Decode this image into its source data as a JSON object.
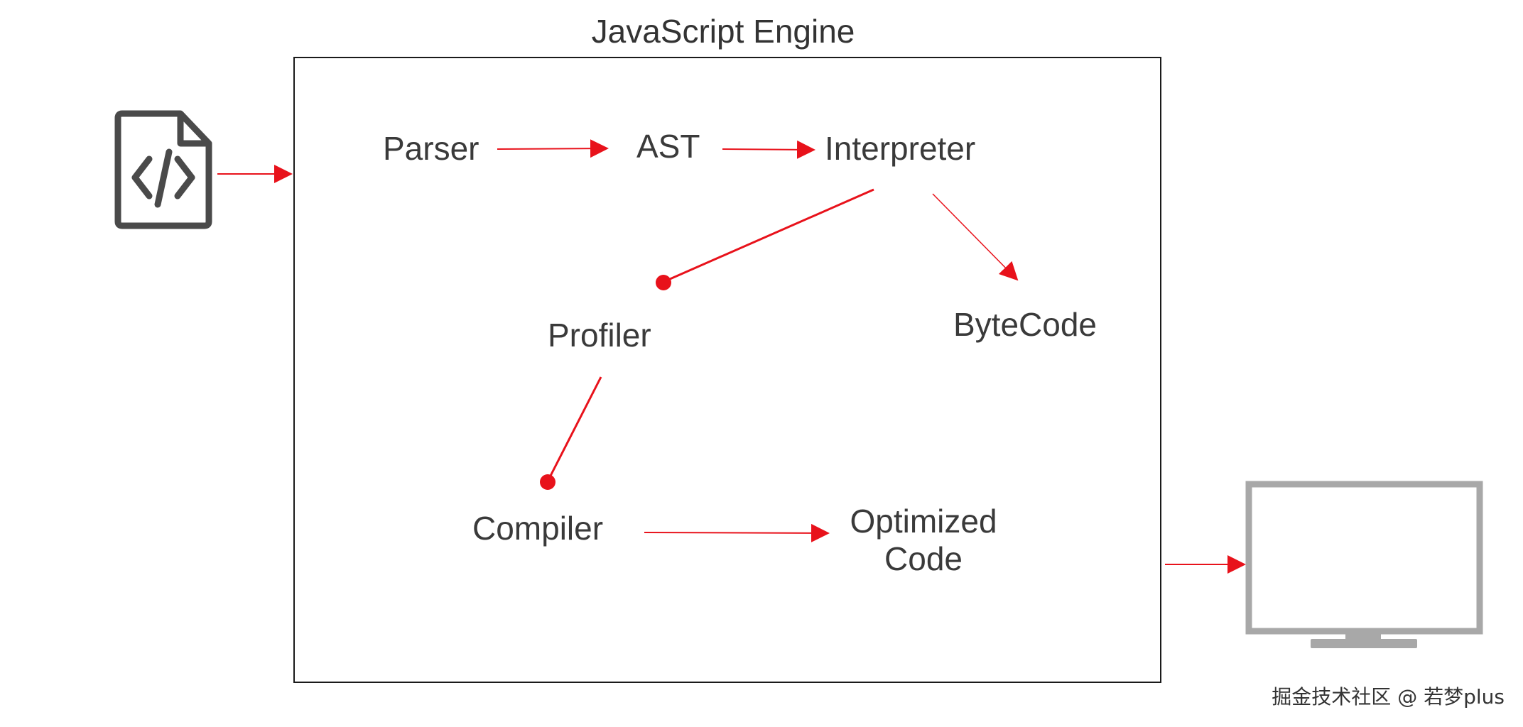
{
  "diagram": {
    "title": "JavaScript Engine",
    "nodes": {
      "parser": "Parser",
      "ast": "AST",
      "interpreter": "Interpreter",
      "profiler": "Profiler",
      "bytecode": "ByteCode",
      "compiler": "Compiler",
      "optimized_line1": "Optimized",
      "optimized_line2": "Code"
    },
    "icons": {
      "source": "code-file-icon",
      "output": "monitor-icon"
    },
    "colors": {
      "arrow": "#e8121b",
      "frame": "#1a1a1a",
      "file_icon": "#4a4a4a",
      "monitor": "#a8a8a8",
      "text": "#3a3a3a"
    }
  },
  "footer": {
    "watermark": "掘金技术社区 @ 若梦plus"
  }
}
